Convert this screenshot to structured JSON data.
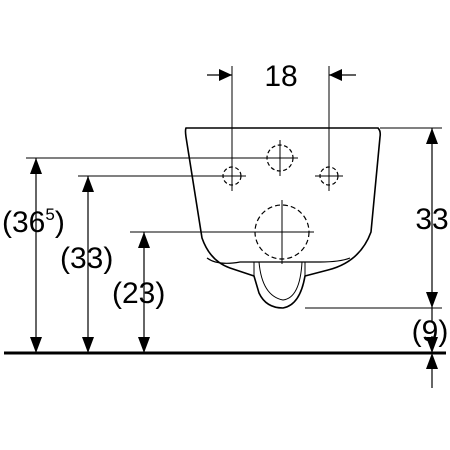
{
  "diagram": {
    "colors": {
      "line": "#000000",
      "background": "#ffffff"
    },
    "labels": {
      "hole_spacing": "18",
      "total_height_main": "(36",
      "total_height_sup": "5",
      "total_height_close": ")",
      "fixing_height": "(33)",
      "outlet_height": "(23)",
      "bowl_height": "33",
      "floor_gap": "(9)"
    }
  }
}
